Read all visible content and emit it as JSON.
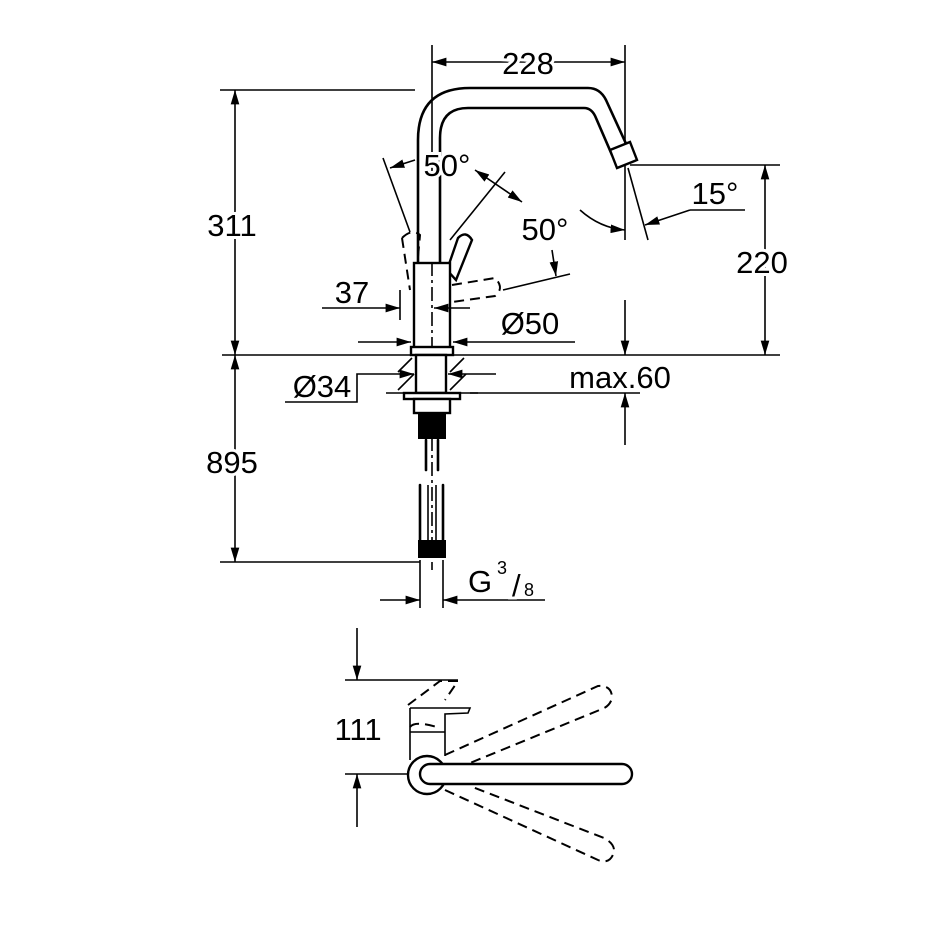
{
  "drawing": {
    "dimensions": {
      "spout_reach": "228",
      "total_height": "311",
      "lever_angle_left": "50°",
      "lever_angle_right": "50°",
      "spout_angle": "15°",
      "spout_height": "220",
      "lever_offset": "37",
      "body_diameter": "Ø50",
      "hole_diameter": "Ø34",
      "max_deck_thickness": "max.60",
      "hose_length": "895",
      "connection_thread": "G",
      "connection_thread_num": "3",
      "connection_thread_den": "8",
      "top_view_depth": "111"
    }
  }
}
